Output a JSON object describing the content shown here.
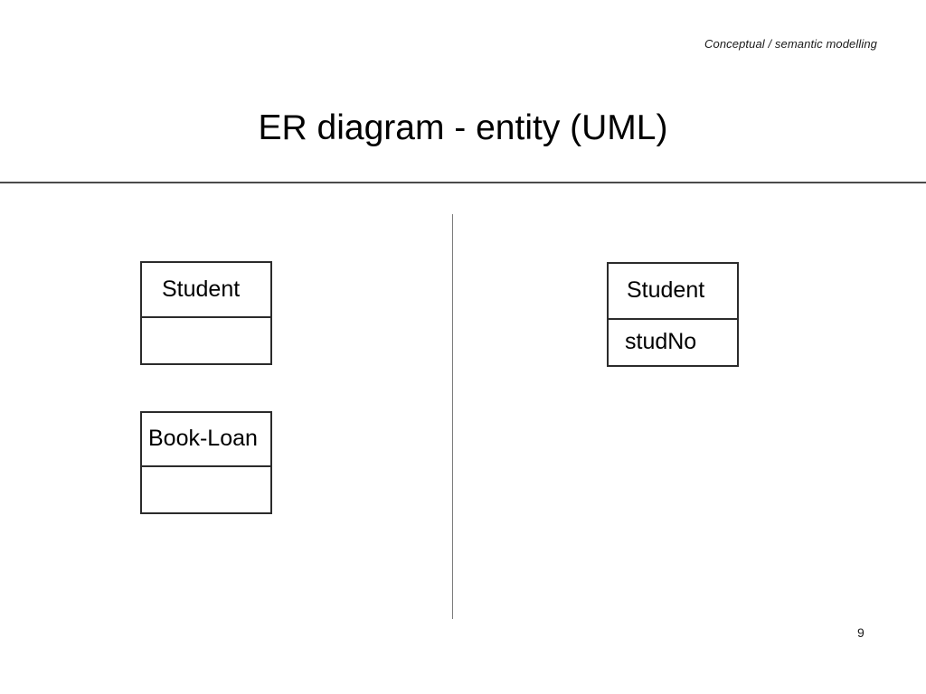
{
  "slide": {
    "header_note": "Conceptual / semantic modelling",
    "title": "ER diagram - entity (UML)",
    "page_number": "9",
    "colors": {
      "background": "#ffffff",
      "text": "#000000",
      "box_border": "#2b2b2b",
      "rule": "#4a4a4a",
      "divider": "#7a7a7a"
    }
  },
  "diagram": {
    "left_panel": {
      "entities": [
        {
          "name": "Student",
          "attributes": []
        },
        {
          "name": "Book-Loan",
          "attributes": []
        }
      ]
    },
    "right_panel": {
      "entities": [
        {
          "name": "Student",
          "attributes": [
            "studNo"
          ]
        }
      ]
    }
  }
}
